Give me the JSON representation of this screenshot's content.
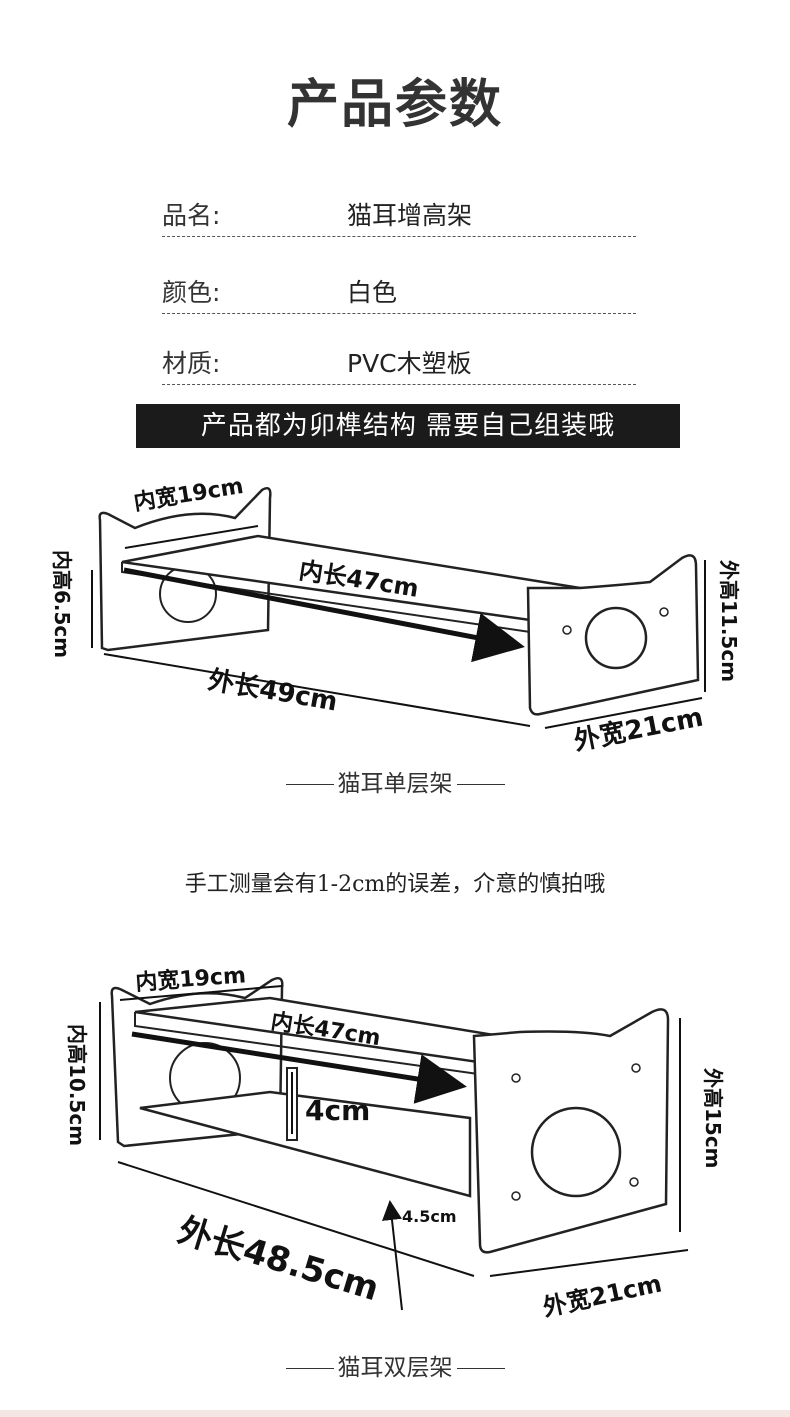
{
  "title": "产品参数",
  "params": [
    {
      "label": "品名:",
      "value": "猫耳增高架"
    },
    {
      "label": "颜色:",
      "value": "白色"
    },
    {
      "label": "材质:",
      "value": "PVC木塑板"
    }
  ],
  "banner": "产品都为卯榫结构 需要自己组装哦",
  "single": {
    "inner_width": "内宽19cm",
    "inner_height": "内高6.5cm",
    "inner_length": "内长47cm",
    "outer_height": "外高11.5cm",
    "outer_length": "外长49cm",
    "outer_width": "外宽21cm",
    "caption": "猫耳单层架"
  },
  "note": "手工测量会有1-2cm的误差，介意的慎拍哦",
  "double": {
    "inner_width": "内宽19cm",
    "inner_height": "内高10.5cm",
    "inner_length": "内长47cm",
    "shelf_gap": "4cm",
    "outer_height": "外高15cm",
    "outer_length": "外长48.5cm",
    "leg_height": "4.5cm",
    "outer_width": "外宽21cm",
    "caption": "猫耳双层架"
  }
}
